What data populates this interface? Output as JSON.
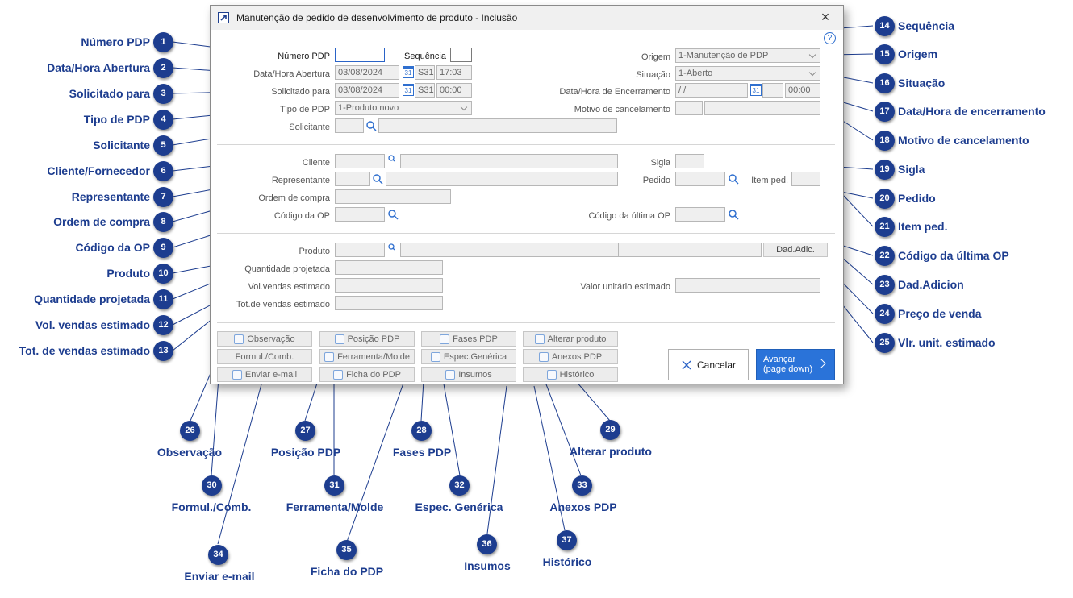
{
  "window": {
    "title": "Manutenção de pedido de desenvolvimento de produto - Inclusão",
    "close_glyph": "×",
    "help_glyph": "?"
  },
  "form": {
    "numero_pdp": {
      "label": "Número PDP",
      "value": ""
    },
    "sequencia": {
      "label": "Sequência",
      "value": ""
    },
    "origem": {
      "label": "Origem",
      "value": "1-Manutenção de PDP"
    },
    "data_hora_abertura": {
      "label": "Data/Hora Abertura",
      "date": "03/08/2024",
      "week": "S31",
      "time": "17:03"
    },
    "situacao": {
      "label": "Situação",
      "value": "1-Aberto"
    },
    "solicitado_para": {
      "label": "Solicitado para",
      "date": "03/08/2024",
      "week": "S31",
      "time": "00:00"
    },
    "data_hora_encerramento": {
      "label": "Data/Hora de Encerramento",
      "date": " / /",
      "time": "00:00"
    },
    "tipo_pdp": {
      "label": "Tipo de PDP",
      "value": "1-Produto novo"
    },
    "motivo_cancelamento": {
      "label": "Motivo de cancelamento"
    },
    "solicitante": {
      "label": "Solicitante"
    },
    "cliente": {
      "label": "Cliente"
    },
    "sigla": {
      "label": "Sigla"
    },
    "representante": {
      "label": "Representante"
    },
    "pedido": {
      "label": "Pedido"
    },
    "item_ped": {
      "label": "Item ped."
    },
    "ordem_compra": {
      "label": "Ordem de compra"
    },
    "codigo_op": {
      "label": "Código da OP"
    },
    "codigo_ultima_op": {
      "label": "Código da última OP"
    },
    "produto": {
      "label": "Produto"
    },
    "dad_adic": {
      "label": "Dad.Adic."
    },
    "quantidade_projetada": {
      "label": "Quantidade projetada"
    },
    "vol_vendas": {
      "label": "Vol.vendas estimado"
    },
    "valor_unitario": {
      "label": "Valor unitário estimado"
    },
    "tot_vendas": {
      "label": "Tot.de vendas estimado"
    },
    "calendar_glyph": "31"
  },
  "toolbar": {
    "observacao": "Observação",
    "formul": "Formul./Comb.",
    "enviar_email": "Enviar e-mail",
    "posicao_pdp": "Posição PDP",
    "ferramenta": "Ferramenta/Molde",
    "ficha_pdp": "Ficha do PDP",
    "fases_pdp": "Fases PDP",
    "espec_generica": "Espec.Genérica",
    "insumos": "Insumos",
    "alterar_produto": "Alterar produto",
    "anexos_pdp": "Anexos PDP",
    "historico": "Histórico",
    "cancelar": "Cancelar",
    "avancar": "Avançar",
    "avancar_sub": "(page down)"
  },
  "callouts": [
    {
      "n": "1",
      "text": "Número PDP"
    },
    {
      "n": "2",
      "text": "Data/Hora Abertura"
    },
    {
      "n": "3",
      "text": "Solicitado para"
    },
    {
      "n": "4",
      "text": "Tipo de PDP"
    },
    {
      "n": "5",
      "text": "Solicitante"
    },
    {
      "n": "6",
      "text": "Cliente/Fornecedor"
    },
    {
      "n": "7",
      "text": "Representante"
    },
    {
      "n": "8",
      "text": "Ordem de compra"
    },
    {
      "n": "9",
      "text": "Código da OP"
    },
    {
      "n": "10",
      "text": "Produto"
    },
    {
      "n": "11",
      "text": "Quantidade projetada"
    },
    {
      "n": "12",
      "text": "Vol. vendas estimado"
    },
    {
      "n": "13",
      "text": "Tot. de vendas estimado"
    },
    {
      "n": "14",
      "text": "Sequência"
    },
    {
      "n": "15",
      "text": "Origem"
    },
    {
      "n": "16",
      "text": "Situação"
    },
    {
      "n": "17",
      "text": "Data/Hora de encerramento"
    },
    {
      "n": "18",
      "text": "Motivo de cancelamento"
    },
    {
      "n": "19",
      "text": "Sigla"
    },
    {
      "n": "20",
      "text": "Pedido"
    },
    {
      "n": "21",
      "text": "Item ped."
    },
    {
      "n": "22",
      "text": "Código da última OP"
    },
    {
      "n": "23",
      "text": "Dad.Adicion"
    },
    {
      "n": "24",
      "text": "Preço de venda"
    },
    {
      "n": "25",
      "text": "Vlr. unit. estimado"
    },
    {
      "n": "26",
      "text": "Observação"
    },
    {
      "n": "27",
      "text": "Posição PDP"
    },
    {
      "n": "28",
      "text": "Fases PDP"
    },
    {
      "n": "29",
      "text": "Alterar produto"
    },
    {
      "n": "30",
      "text": "Formul./Comb."
    },
    {
      "n": "31",
      "text": "Ferramenta/Molde"
    },
    {
      "n": "32",
      "text": "Espec. Genérica"
    },
    {
      "n": "33",
      "text": "Anexos PDP"
    },
    {
      "n": "34",
      "text": "Enviar e-mail"
    },
    {
      "n": "35",
      "text": "Ficha do PDP"
    },
    {
      "n": "36",
      "text": "Insumos"
    },
    {
      "n": "37",
      "text": "Histórico"
    }
  ]
}
